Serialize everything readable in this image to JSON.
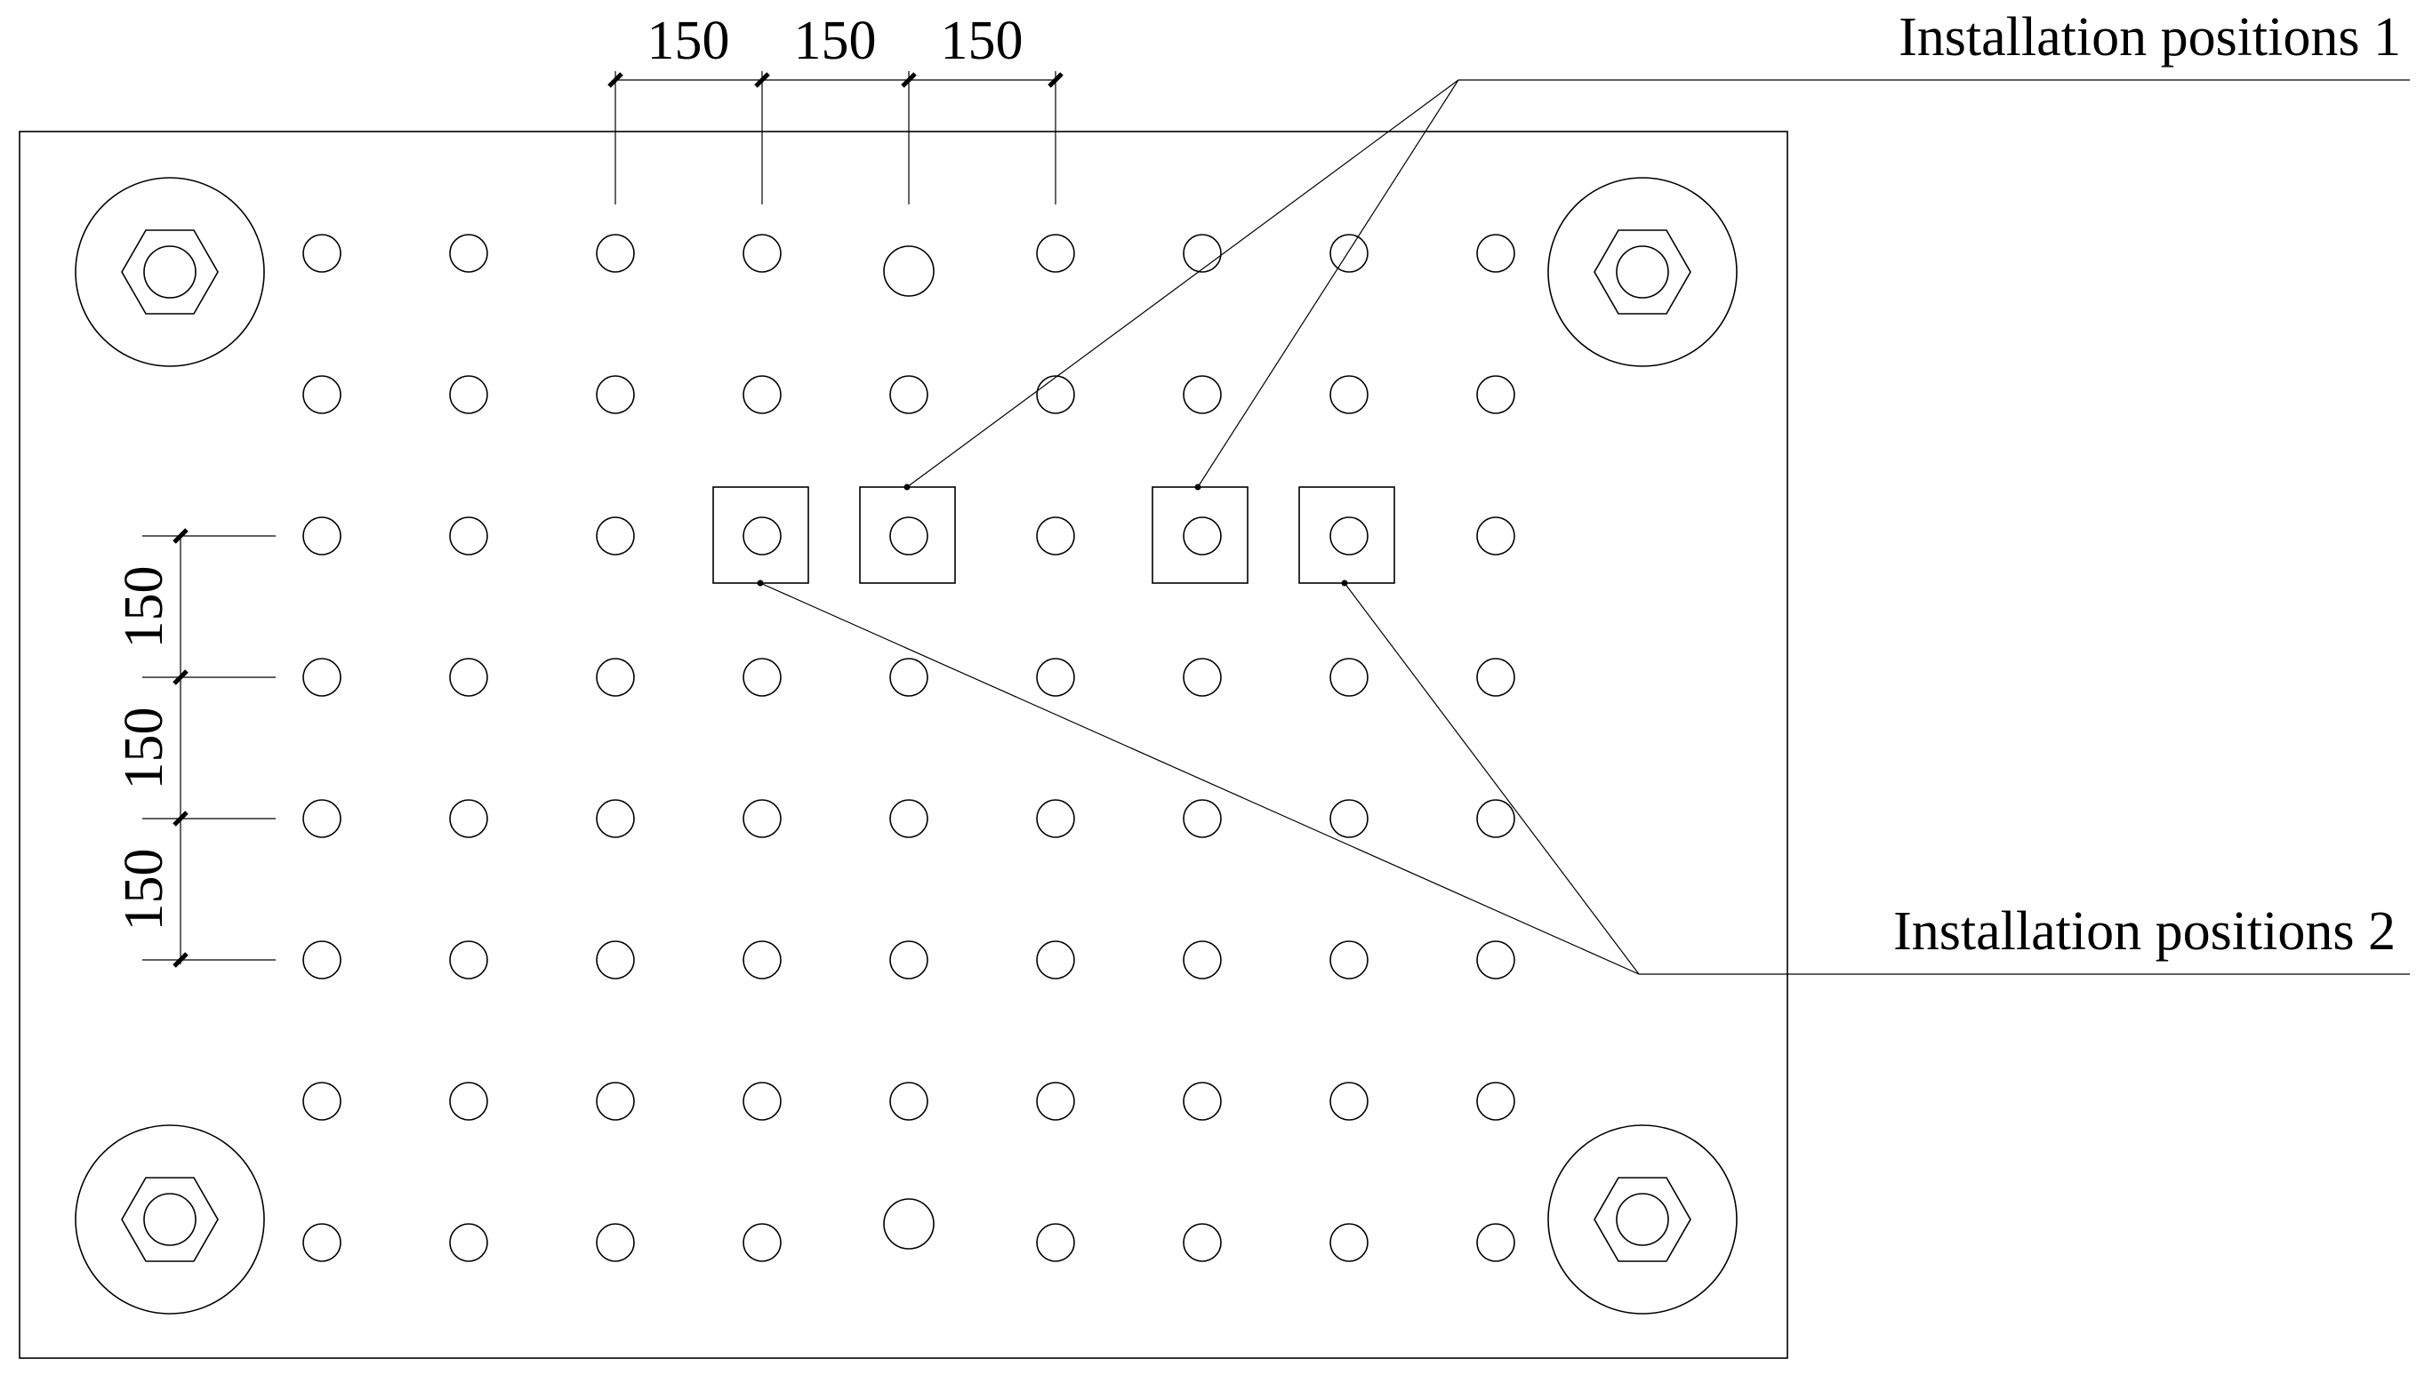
{
  "labels": {
    "install_1": "Installation positions 1",
    "install_2": "Installation positions 2"
  },
  "dimensions": {
    "top": [
      "150",
      "150",
      "150"
    ],
    "left": [
      "150",
      "150",
      "150"
    ]
  },
  "colors": {
    "line": "#000000",
    "background": "#ffffff"
  }
}
